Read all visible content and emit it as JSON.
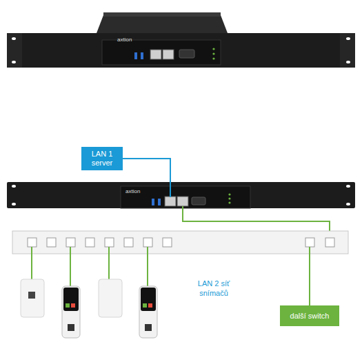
{
  "diagram": {
    "nodes": [
      {
        "text": [
          "LAN 1 server"
        ]
      },
      {
        "text": [
          "další switch"
        ]
      }
    ],
    "labels": [
      "axtion",
      "axtion",
      "LAN 2 síť snímačů"
    ]
  }
}
